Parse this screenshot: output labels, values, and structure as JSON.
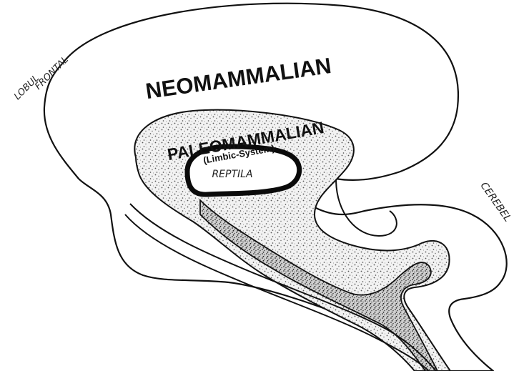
{
  "labels": {
    "neomammalian": "NEOMAMMALIAN",
    "paleomammalian": "PALEOMAMMALIAN",
    "limbic_system": "(Limbic-System)",
    "reptilian": "REPTILA",
    "frontal_lobe_line1": "LOBUL",
    "frontal_lobe_line2": "FRONTAL",
    "cerebellum": "CEREBEL"
  },
  "colors": {
    "ink": "#111111",
    "paper": "#ffffff"
  }
}
